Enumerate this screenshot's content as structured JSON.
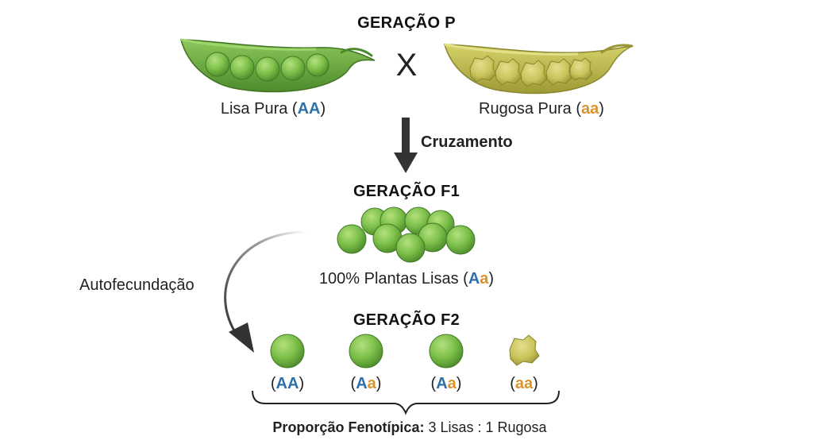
{
  "generation_p": {
    "title": "GERAÇÃO P",
    "cross_symbol": "X",
    "smooth_parent": {
      "text": "Lisa Pura (",
      "genotype": "AA",
      "close": ")"
    },
    "wrinkled_parent": {
      "text": "Rugosa Pura (",
      "genotype": "aa",
      "close": ")"
    }
  },
  "cross_label": "Cruzamento",
  "generation_f1": {
    "title": "GERAÇÃO F1",
    "caption_text": "100% Plantas Lisas (",
    "caption_dominant": "A",
    "caption_recessive": "a",
    "caption_close": ")"
  },
  "self_fertilization_label": "Autofecundação",
  "generation_f2": {
    "title": "GERAÇÃO F2",
    "offspring": [
      {
        "open": "(",
        "allele1": "A",
        "allele2": "A",
        "close": ")",
        "phenotype": "smooth"
      },
      {
        "open": "(",
        "allele1": "A",
        "allele2": "a",
        "close": ")",
        "phenotype": "smooth"
      },
      {
        "open": "(",
        "allele1": "A",
        "allele2": "a",
        "close": ")",
        "phenotype": "smooth"
      },
      {
        "open": "(",
        "allele1": "a",
        "allele2": "a",
        "close": ")",
        "phenotype": "wrinkled"
      }
    ]
  },
  "ratio": {
    "label": "Proporção Fenotípica:",
    "value": "3 Lisas : 1 Rugosa"
  },
  "colors": {
    "dominant_allele": "#2f6fa8",
    "recessive_allele": "#d9942b",
    "smooth_pea": "#7cc04a",
    "wrinkled_pea": "#c9c45a",
    "smooth_pod": "#6aa93f",
    "wrinkled_pod": "#b8b43c"
  }
}
